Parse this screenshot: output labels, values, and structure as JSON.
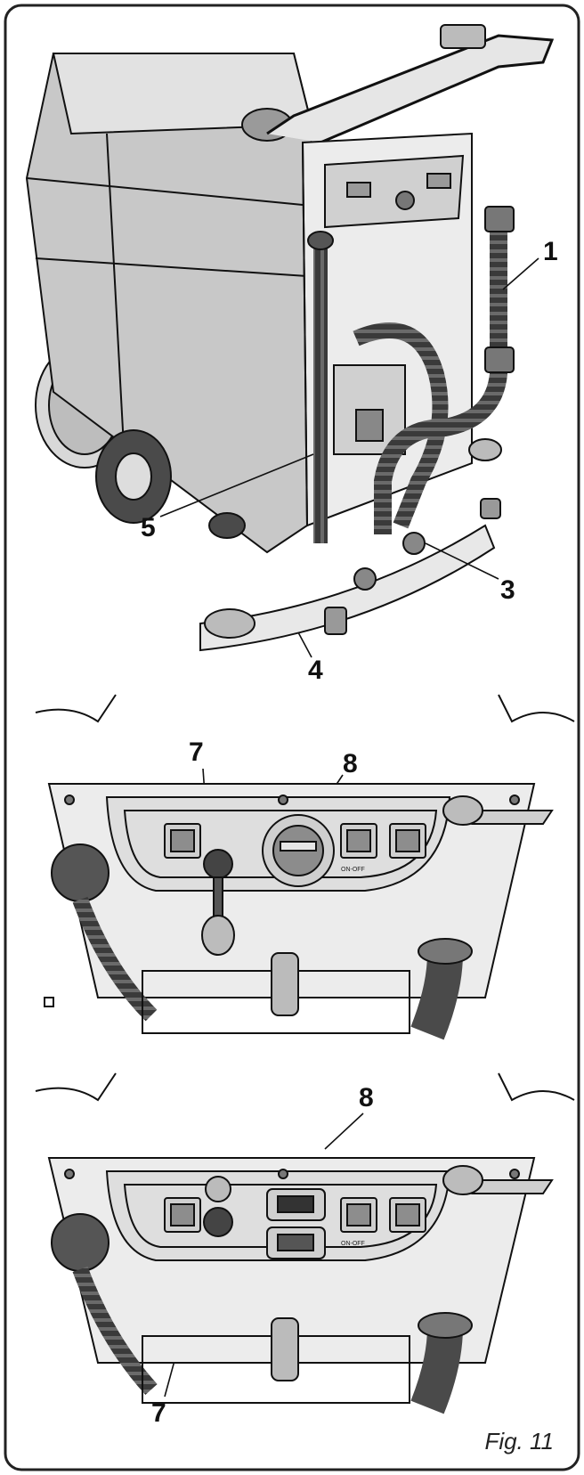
{
  "callouts": {
    "c1": "1",
    "c3": "3",
    "c4": "4",
    "c5": "5",
    "c7a": "7",
    "c8a": "8",
    "c7b": "7",
    "c8b": "8"
  },
  "caption": "Fig. 11",
  "panel_texts": {
    "on_off_1": "ON-OFF",
    "on_off_2": "ON-OFF"
  }
}
